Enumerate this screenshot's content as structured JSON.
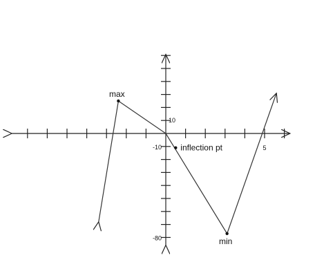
{
  "chart_data": {
    "type": "line",
    "title": "",
    "xlabel": "",
    "ylabel": "",
    "grid": false,
    "x_tick_step": 1,
    "y_tick_step": 10,
    "xlim": [
      -8,
      6.5
    ],
    "ylim": [
      -88,
      63
    ],
    "tick_labels": [
      {
        "axis": "y",
        "value": 10,
        "text": "10"
      },
      {
        "axis": "y",
        "value": -10,
        "text": "-10"
      },
      {
        "axis": "y",
        "value": -80,
        "text": "-80"
      },
      {
        "axis": "x",
        "value": 5,
        "text": "5"
      }
    ],
    "series": [
      {
        "points": [
          {
            "x": -3.4,
            "y": -68
          },
          {
            "x": -2.4,
            "y": 25
          },
          {
            "x": 0,
            "y": 0
          },
          {
            "x": 3.1,
            "y": -77
          },
          {
            "x": 5.6,
            "y": 31
          }
        ],
        "arrow_start": true,
        "arrow_end": true
      }
    ],
    "annotations": [
      {
        "id": "max",
        "text": "max",
        "x": -2.4,
        "y": 25,
        "marker": true
      },
      {
        "id": "inflection",
        "text": "inflection pt",
        "x": 0.5,
        "y": -11,
        "marker": true
      },
      {
        "id": "min",
        "text": "min",
        "x": 3.1,
        "y": -77,
        "marker": true
      }
    ]
  }
}
